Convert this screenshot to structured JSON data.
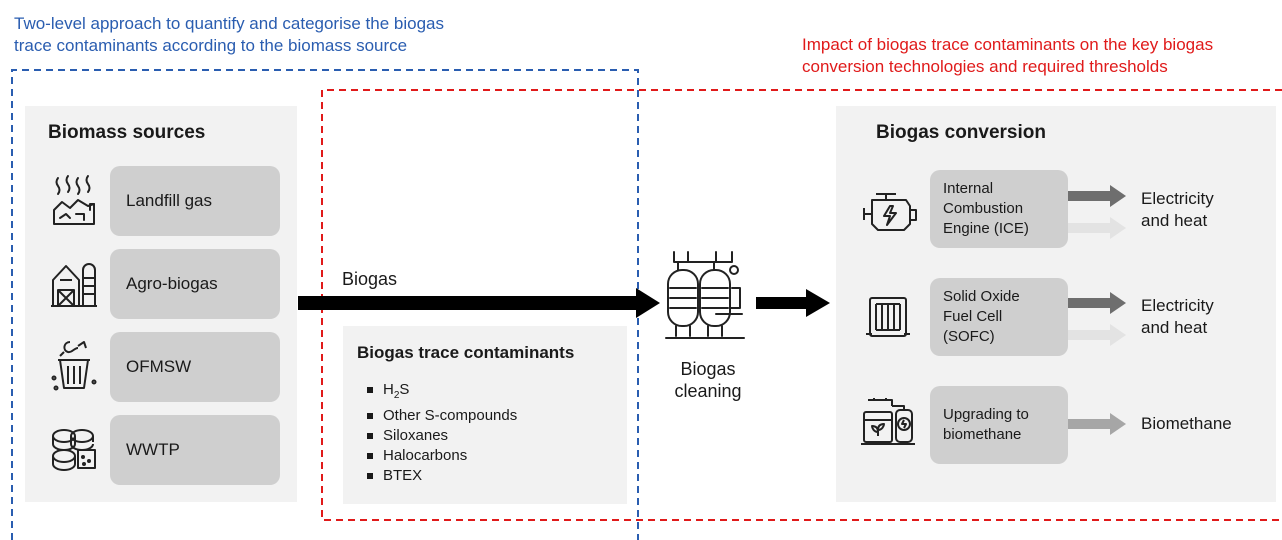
{
  "left_caption": {
    "line1": "Two-level approach to quantify and categorise the biogas",
    "line2": "trace contaminants according to the biomass source",
    "color": "#2a5db0"
  },
  "right_caption": {
    "line1": "Impact of biogas trace contaminants on the key biogas",
    "line2": "conversion technologies and required thresholds",
    "color": "#e01a1a"
  },
  "biomass": {
    "title": "Biomass sources",
    "items": [
      {
        "label": "Landfill gas",
        "icon": "landfill-icon"
      },
      {
        "label": "Agro-biogas",
        "icon": "farm-barn-icon"
      },
      {
        "label": "OFMSW",
        "icon": "organic-waste-bin-icon"
      },
      {
        "label": "WWTP",
        "icon": "wastewater-plant-icon"
      }
    ]
  },
  "flow": {
    "biogas_label": "Biogas",
    "cleaning_line1": "Biogas",
    "cleaning_line2": "cleaning"
  },
  "contaminants": {
    "title": "Biogas trace contaminants",
    "items": [
      {
        "main": "H",
        "sub": "2",
        "tail": "S"
      },
      {
        "main": "Other S-compounds",
        "sub": "",
        "tail": ""
      },
      {
        "main": "Siloxanes",
        "sub": "",
        "tail": ""
      },
      {
        "main": "Halocarbons",
        "sub": "",
        "tail": ""
      },
      {
        "main": "BTEX",
        "sub": "",
        "tail": ""
      }
    ]
  },
  "conversion": {
    "title": "Biogas conversion",
    "items": [
      {
        "line1": "Internal",
        "line2": "Combustion",
        "line3": "Engine (ICE)",
        "out1": "Electricity",
        "out2": "and heat",
        "icon": "engine-icon"
      },
      {
        "line1": "Solid Oxide",
        "line2": "Fuel Cell",
        "line3": "(SOFC)",
        "out1": "Electricity",
        "out2": "and heat",
        "icon": "fuel-cell-icon"
      },
      {
        "line1": "Upgrading to",
        "line2": "biomethane",
        "line3": "",
        "out1": "Biomethane",
        "out2": "",
        "icon": "upgrading-plant-icon"
      }
    ]
  },
  "colors": {
    "panel": "#f2f2f2",
    "pill": "#cfcfcf",
    "arrow_dark": "#6e6e6e",
    "arrow_light": "#e3e3e3",
    "arrow_mid": "#a6a6a6"
  }
}
